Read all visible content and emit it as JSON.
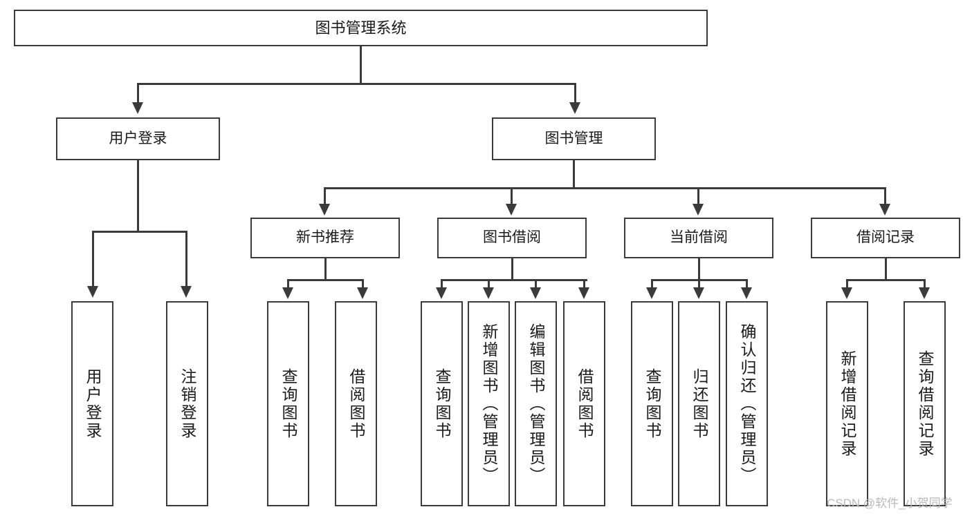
{
  "diagram": {
    "title": "图书管理系统",
    "type": "hierarchy-tree",
    "root": {
      "id": "root",
      "label": "图书管理系统"
    },
    "level2": [
      {
        "id": "user-login",
        "label": "用户登录"
      },
      {
        "id": "book-management",
        "label": "图书管理"
      }
    ],
    "level3": [
      {
        "id": "new-book-recommend",
        "label": "新书推荐",
        "parent": "book-management"
      },
      {
        "id": "book-borrow",
        "label": "图书借阅",
        "parent": "book-management"
      },
      {
        "id": "current-borrow",
        "label": "当前借阅",
        "parent": "book-management"
      },
      {
        "id": "borrow-record",
        "label": "借阅记录",
        "parent": "book-management"
      }
    ],
    "leaves": [
      {
        "id": "leaf-user-login",
        "label": "用户登录",
        "parent": "user-login"
      },
      {
        "id": "leaf-logout",
        "label": "注销登录",
        "parent": "user-login"
      },
      {
        "id": "leaf-query-book-1",
        "label": "查询图书",
        "parent": "new-book-recommend"
      },
      {
        "id": "leaf-borrow-book-1",
        "label": "借阅图书",
        "parent": "new-book-recommend"
      },
      {
        "id": "leaf-query-book-2",
        "label": "查询图书",
        "parent": "book-borrow"
      },
      {
        "id": "leaf-add-book",
        "label": "新增图书（管理员）",
        "parent": "book-borrow"
      },
      {
        "id": "leaf-edit-book",
        "label": "编辑图书（管理员）",
        "parent": "book-borrow"
      },
      {
        "id": "leaf-borrow-book-2",
        "label": "借阅图书",
        "parent": "book-borrow"
      },
      {
        "id": "leaf-query-book-3",
        "label": "查询图书",
        "parent": "current-borrow"
      },
      {
        "id": "leaf-return-book",
        "label": "归还图书",
        "parent": "current-borrow"
      },
      {
        "id": "leaf-confirm-return",
        "label": "确认归还（管理员）",
        "parent": "current-borrow"
      },
      {
        "id": "leaf-add-record",
        "label": "新增借阅记录",
        "parent": "borrow-record"
      },
      {
        "id": "leaf-query-record",
        "label": "查询借阅记录",
        "parent": "borrow-record"
      }
    ]
  },
  "watermark": {
    "text": "CSDN @软件_小贺同学"
  },
  "colors": {
    "stroke": "#3a3a3a",
    "fill": "#ffffff",
    "text": "#1a1a1a",
    "watermark": "#b9b9b9"
  }
}
